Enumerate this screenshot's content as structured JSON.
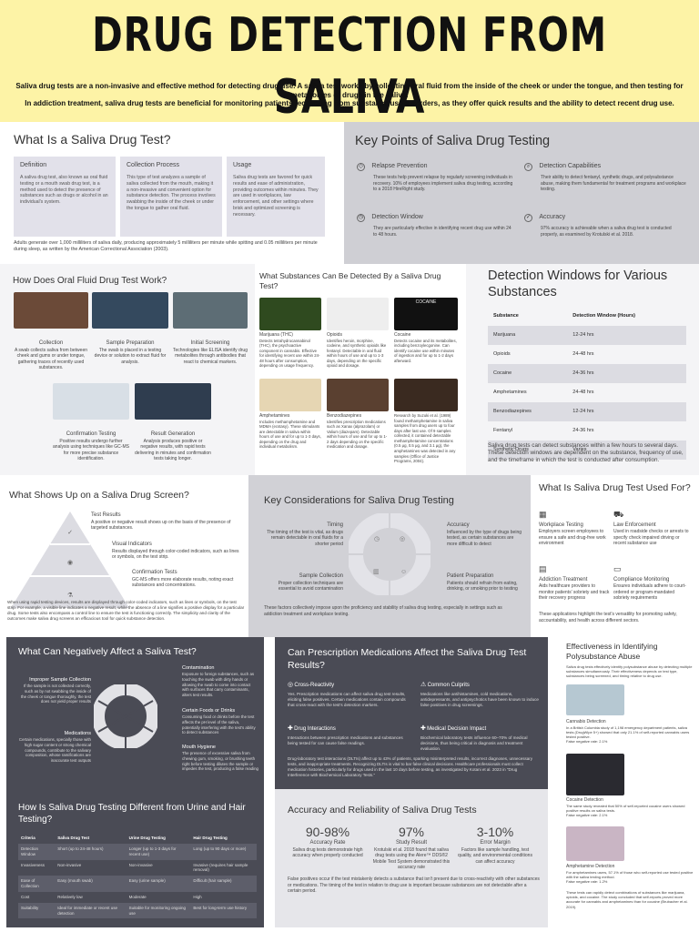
{
  "header": {
    "title": "DRUG DETECTION FROM SALIVA",
    "intro1": "Saliva drug tests are a non-invasive and effective method for detecting drug use. A saliva test works by collecting oral fluid from the inside of the cheek or under the tongue, and then testing for metabolites of drugs in the saliva.",
    "intro2": "In addiction treatment, saliva drug tests are beneficial for monitoring patients recovering from substance use disorders, as they offer quick results and the ability to detect recent drug use."
  },
  "what": {
    "title": "What Is a Saliva Drug Test?",
    "cards": [
      {
        "h": "Definition",
        "p": "A saliva drug test, also known as oral fluid testing or a mouth swab drug test, is a method used to detect the presence of substances such as drugs or alcohol in an individual's system."
      },
      {
        "h": "Collection Process",
        "p": "This type of test analyzes a sample of saliva collected from the mouth, making it a non-invasive and convenient option for substance detection. The process involves swabbing the inside of the cheek or under the tongue to gather oral fluid."
      },
      {
        "h": "Usage",
        "p": "Saliva drug tests are favored for quick results and ease of administration, providing outcomes within minutes. They are used in workplaces, law enforcement, and other settings where brisk and optimized screening is necessary."
      }
    ],
    "note": "Adults generate over 1,000 milliliters of saliva daily, producing approximately 5 milliliters per minute while spitting and 0.05 milliliters per minute during sleep, as written by the American Correctional Association (2003)."
  },
  "key": {
    "title": "Key Points of Saliva Drug Testing",
    "items": [
      {
        "icon": "shield-icon",
        "glyph": "◇",
        "h": "Relapse Prevention",
        "p": "These tests help prevent relapse by regularly screening individuals in recovery. 10% of employees implement saliva drug testing, according to a 2018 HireRight study."
      },
      {
        "icon": "magnifier-icon",
        "glyph": "⌕",
        "h": "Detection Capabilities",
        "p": "Their ability to detect fentanyl, synthetic drugs, and polysubstance abuse, making them fundamental for treatment programs and workplace testing."
      },
      {
        "icon": "clock-icon",
        "glyph": "◷",
        "h": "Detection Window",
        "p": "They are particularly effective in identifying recent drug use within 24 to 48 hours."
      },
      {
        "icon": "check-icon",
        "glyph": "✓",
        "h": "Accuracy",
        "p": "97% accuracy is achievable when a saliva drug test is conducted properly, as examined by Krotulski et al. 2018."
      }
    ]
  },
  "how": {
    "title": "How Does Oral Fluid Drug Test Work?",
    "steps": [
      {
        "h": "Collection",
        "p": "A swab collects saliva from between cheek and gums or under tongue, gathering traces of recently used substances."
      },
      {
        "h": "Sample Preparation",
        "p": "The swab is placed in a testing device or solution to extract fluid for analysis."
      },
      {
        "h": "Initial Screening",
        "p": "Technologies like ELISA identify drug metabolites through antibodies that react to chemical markers."
      },
      {
        "h": "Confirmation Testing",
        "p": "Positive results undergo further analysis using techniques like GC-MS for more precise substance identification."
      },
      {
        "h": "Result Generation",
        "p": "Analysis produces positive or negative results, with rapid tests delivering in minutes and confirmation tests taking longer."
      }
    ]
  },
  "subs": {
    "title": "What Substances Can Be Detected By a Saliva Drug Test?",
    "items": [
      {
        "h": "Marijuana (THC)",
        "p": "Detects tetrahydrocannabinol (THC), the psychoactive component in cannabis. Effective for identifying recent use within 24-48 hours after consumption, depending on usage frequency."
      },
      {
        "h": "Opioids",
        "p": "Identifies heroin, morphine, codeine, and synthetic opioids like fentanyl. Detectable in oral fluid within hours of use and up to 1-3 days, depending on the specific opioid and dosage."
      },
      {
        "h": "Cocaine",
        "p": "Detects cocaine and its metabolites, including benzoylecgonine. Can identify cocaine use within minutes of ingestion and for up to 1-2 days afterward."
      },
      {
        "h": "Amphetamines",
        "p": "Includes methamphetamine and MDMA (ecstasy). These stimulants are detectable in saliva within hours of use and for up to 1-3 days, depending on the drug and individual metabolism."
      },
      {
        "h": "Benzodiazepines",
        "p": "Identifies prescription medications such as Xanax (alprazolam) or Valium (diazepam). Detectable within hours of use and for up to 1-2 days depending on the specific medication and dosage."
      },
      {
        "h": "",
        "p": "Research by Suzuki et al. (1989) found methamphetamine in saliva samples from drug users up to four days after last use. Of 9 samples collected, it contained detectable methamphetamine concentrations (0.5 μg, 0.5 μg, and 3.1 μg), the amphetamines was detected in any samples (Office of Justice Programs, 2004)."
      }
    ],
    "cocaine_label": "COCAINE"
  },
  "windows": {
    "title": "Detection Windows for Various Substances",
    "headers": [
      "Substance",
      "Detection Window (Hours)"
    ],
    "rows": [
      [
        "Marijuana",
        "12-24 hrs"
      ],
      [
        "Opioids",
        "24-48 hrs"
      ],
      [
        "Cocaine",
        "24-36 hrs"
      ],
      [
        "Amphetamines",
        "24-48 hrs"
      ],
      [
        "Benzodiazepines",
        "12-24 hrs"
      ],
      [
        "Fentanyl",
        "24-36 hrs"
      ],
      [
        "Synthetic Drugs",
        "Varies"
      ]
    ],
    "note": "Saliva drug tests can detect substances within a few hours to several days. These detection windows are dependent on the substance, frequency of use, and the timeframe in which the test is conducted after consumption."
  },
  "screen": {
    "title": "What Shows Up on a Saliva Drug Screen?",
    "levels": [
      {
        "h": "Test Results",
        "p": "A positive or negative result shows up on the basis of the presence of targeted substances."
      },
      {
        "h": "Visual Indicators",
        "p": "Results displayed through color-coded indicators, such as lines or symbols, on the test strip."
      },
      {
        "h": "Confirmation Tests",
        "p": "GC-MS offers more elaborate results, noting exact substances and concentrations."
      }
    ],
    "note": "When using rapid testing devices, results are displayed through color-coded indicators, such as lines or symbols, on the test strip. For example, a visible line indicates a negative result, while the absence of a line signifies a positive display for a particular drug. Some tests also encompass a control line to ensure the test is functioning correctly. The simplicity and clarity of the outcomes make saliva drug screens an efficacious tool for quick substance detection."
  },
  "consider": {
    "title": "Key Considerations for Saliva Drug Testing",
    "items": [
      {
        "h": "Timing",
        "p": "The timing of the test is vital, as drugs remain detectable in oral fluids for a shorter period"
      },
      {
        "h": "Accuracy",
        "p": "Influenced by the type of drugs being tested, as certain substances are more difficult to detect"
      },
      {
        "h": "Sample Collection",
        "p": "Proper collection techniques are essential to avoid contamination"
      },
      {
        "h": "Patient Preparation",
        "p": "Patients should refrain from eating, drinking, or smoking prior to testing"
      }
    ],
    "note": "These factors collectively impose upon the proficiency and stability of saliva drug testing, especially in settings such as addiction treatment and workplace testing."
  },
  "used": {
    "title": "What Is Saliva Drug Test Used For?",
    "items": [
      {
        "icon": "building-icon",
        "glyph": "▦",
        "h": "Workplace Testing",
        "p": "Employers screen employees to ensure a safe and drug-free work environment"
      },
      {
        "icon": "car-icon",
        "glyph": "⛟",
        "h": "Law Enforcement",
        "p": "Used in roadside checks or arrests to specify check impaired driving or recent substance use"
      },
      {
        "icon": "clipboard-icon",
        "glyph": "▤",
        "h": "Addiction Treatment",
        "p": "Aids healthcare providers to monitor patients' sobriety and track their recovery progress"
      },
      {
        "icon": "document-icon",
        "glyph": "▭",
        "h": "Compliance Monitoring",
        "p": "Ensures individuals adhere to court-ordered or program-mandated sobriety requirements"
      }
    ],
    "note": "These applications highlight the test's versatility for promoting safety, accountability, and health across different sectors."
  },
  "neg": {
    "title": "What Can Negatively Affect a Saliva Test?",
    "items": [
      {
        "h": "Improper Sample Collection",
        "p": "If the sample is not collected correctly, such as by not swabbing the inside of the cheek or tongue thoroughly, the test does not yield proper results"
      },
      {
        "h": "Contamination",
        "p": "Exposure to foreign substances, such as touching the swab with dirty hands or allowing the swab to come into contact with surfaces that carry contaminants, alters test results."
      },
      {
        "h": "Certain Foods or Drinks",
        "p": "Consuming food or drinks before the test affects the pH level of the saliva, potentially interfering with the test's ability to detect substances"
      },
      {
        "h": "Medications",
        "p": "Certain medications, specially those with high sugar content or strong chemical compounds, contribute to the salivary composition, whose ramifications are inaccurate test outputs"
      },
      {
        "h": "Mouth Hygiene",
        "p": "The presence of excessive saliva from chewing gum, smoking, or brushing teeth right before testing dilutes the sample or impedes the test, producing a false reading"
      }
    ]
  },
  "rx": {
    "title": "Can Prescription Medications Affect the Saliva Drug Test Results?",
    "items": [
      {
        "icon": "cross-reactivity-icon",
        "glyph": "◎",
        "h": "Cross-Reactivity",
        "p": "Yes. Prescription medications can affect saliva drug test results, eliciting false positives. Certain medications contain compounds that cross-react with the test's detection markers."
      },
      {
        "icon": "common-culprits-icon",
        "glyph": "⚠",
        "h": "Common Culprits",
        "p": "Medications like antihistamines, cold medications, antidepressants, and antipsychotics have been known to induce false positives in drug screenings."
      },
      {
        "icon": "drug-interactions-icon",
        "glyph": "✚",
        "h": "Drug Interactions",
        "p": "Interactions between prescription medications and substances being tested for can cause false readings."
      },
      {
        "icon": "medical-impact-icon",
        "glyph": "✚",
        "h": "Medical Decision Impact",
        "p": "Biochemical laboratory tests influence 60–70% of medical decisions, thus being critical in diagnosis and treatment evaluation."
      }
    ],
    "note": "Drug-laboratory test interactions (DLTIs) affect up to 43% of patients, sparking misinterpreted results, incorrect diagnoses, unnecessary tests, and inappropriate treatments. Recognizing DLTIs is vital to bar false clinical decisions. Healthcare professionals must collect medication histories, particularly for drugs used in the last 10 days before testing, as investigated by Kotani et al. 2023 in \"Drug Interference with Biochemical Laboratory Tests.\""
  },
  "acc": {
    "title": "Accuracy and Reliability of Saliva Drug Tests",
    "stats": [
      {
        "v": "90-98%",
        "h": "Accuracy Rate",
        "p": "Saliva drug tests demonstrate high accuracy when properly conducted"
      },
      {
        "v": "97%",
        "h": "Study Result",
        "p": "Krotulski et al. 2018 found that saliva drug tests using the Alere™ DDS®2 Mobile Test System demonstrated this accuracy rate"
      },
      {
        "v": "3-10%",
        "h": "Error Margin",
        "p": "Factors like sample handling, test quality, and environmental conditions can affect accuracy"
      }
    ],
    "note": "False positives occur if the test mistakenly detects a substance that isn't present due to cross-reactivity with other substances or medications. The timing of the test in relation to drug use is important because substances are not detectable after a certain period."
  },
  "diff": {
    "title": "How Is Saliva Drug Testing Different from Urine and Hair Testing?",
    "rows": [
      [
        "Criteria",
        "Saliva Drug Test",
        "Urine Drug Testing",
        "Hair Drug Testing"
      ],
      [
        "Detection Window",
        "Short (up to 24-48 hours)",
        "Longer (up to 1-3 days for recent use)",
        "Long (up to 90 days or more)"
      ],
      [
        "Invasiveness",
        "Non-invasive",
        "Non-invasive",
        "Invasive (requires hair sample removal)"
      ],
      [
        "Ease of Collection",
        "Easy (mouth swab)",
        "Easy (urine sample)",
        "Difficult (hair sample)"
      ],
      [
        "Cost",
        "Relatively low",
        "Moderate",
        "High"
      ],
      [
        "Suitability",
        "Ideal for immediate or recent use detection",
        "Suitable for monitoring ongoing use",
        "Best for long-term use history"
      ]
    ]
  },
  "poly": {
    "title": "Effectiveness in Identifying Polysubstance Abuse",
    "intro": "Saliva drug tests effectively identify polysubstance abuse by detecting multiple substances simultaneously. Their effectiveness depends on test type, substances being screened, and timing relative to drug use.",
    "items": [
      {
        "h": "Cannabis Detection",
        "p": "In a British Columbia study of 1,198 emergency department patients, saliva tests (DrugWipe 5+) showed that only 21.1% of self-reported cannabis users tested positive.",
        "f": "False negative rate: 2.1%"
      },
      {
        "h": "Cocaine Detection",
        "p": "The same study revealed that 50% of self-reported cocaine users showed positive results on saliva tests.",
        "f": "False negative rate: 2.1%"
      },
      {
        "h": "Amphetamine Detection",
        "p": "For amphetamines users, 57.1% of those who self-reported use tested positive with the saliva testing method.",
        "f": "False negative rate: 1.2%"
      }
    ],
    "note": "These tests can rapidly detect combinations of substances like marijuana, opioids, and cocaine. The study concluded that self-reports proved more accurate for cannabis and amphetamines than for cocaine (Brubacher et al. 2019)."
  }
}
